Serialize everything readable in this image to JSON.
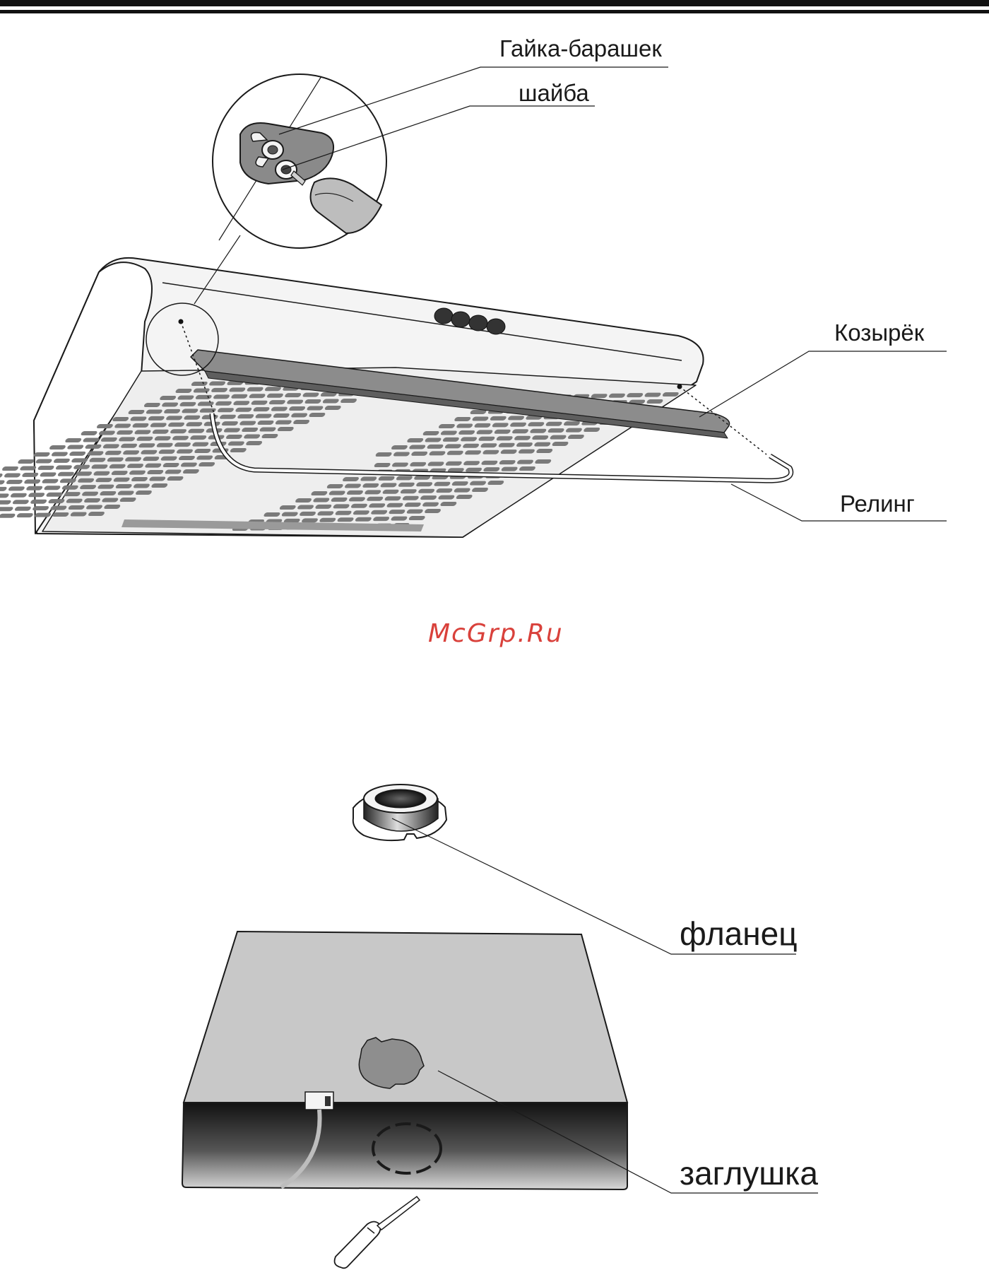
{
  "labels": {
    "wing_nut": "Гайка-барашек",
    "washer": "шайба",
    "visor": "Козырёк",
    "railing": "Релинг",
    "flange": "фланец",
    "plug": "заглушка"
  },
  "watermark": "McGrp.Ru",
  "icons": {
    "hood": "range-hood-icon",
    "detail": "magnifier-detail-icon",
    "flange": "flange-ring-icon",
    "box": "hood-body-box-icon",
    "screwdriver": "screwdriver-icon"
  },
  "colors": {
    "line": "#1a1a1a",
    "hood_body": "#f4f4f4",
    "slots": "#7a7a7a",
    "visor": "#8c8c8c",
    "box_top": "#c8c8c8",
    "box_front_dark": "#1e1e1e",
    "plug": "#8e8e8e",
    "watermark": "#d9413b"
  }
}
